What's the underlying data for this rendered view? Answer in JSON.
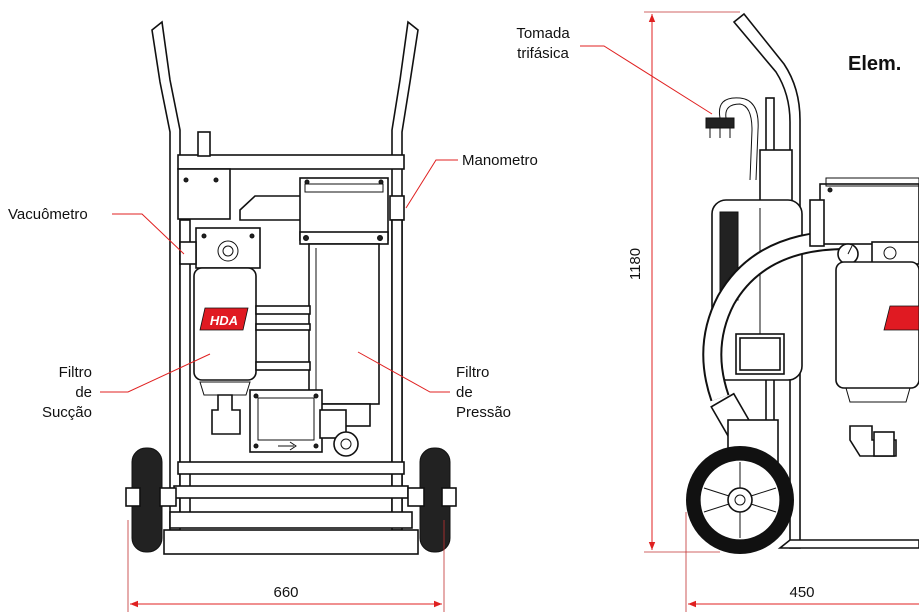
{
  "labels": {
    "tomada": [
      "Tomada",
      "trifásica"
    ],
    "manometro": "Manometro",
    "vacuometro": "Vacuômetro",
    "filtro_succao": [
      "Filtro",
      "de",
      "Sucção"
    ],
    "filtro_pressao": [
      "Filtro",
      "de",
      "Pressão"
    ],
    "elem": "Elem."
  },
  "logo": "HDA",
  "dimensions": {
    "width_front": "660",
    "height": "1180",
    "depth_side": "450"
  },
  "colors": {
    "leader": "#e02020",
    "logo_red": "#e01a22",
    "ink": "#111111"
  }
}
